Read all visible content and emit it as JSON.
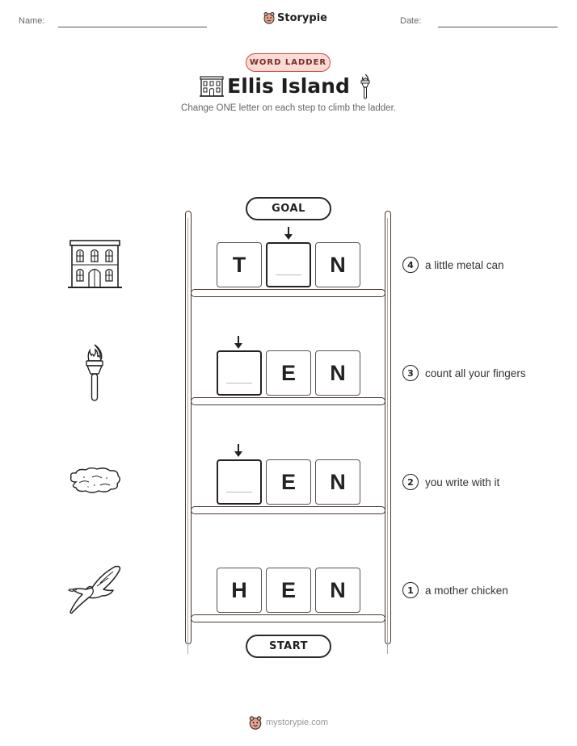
{
  "header": {
    "name_label": "Name:",
    "date_label": "Date:",
    "brand": "Storypie"
  },
  "worksheet": {
    "tag": "WORD LADDER",
    "title": "Ellis Island",
    "subtitle": "Change ONE letter on each step to climb the ladder."
  },
  "ladder": {
    "goal_label": "GOAL",
    "start_label": "START",
    "rows": [
      {
        "picture": "building-icon",
        "letters": [
          "T",
          "",
          "N"
        ],
        "changed_index": 1,
        "clue_number": "4",
        "clue": "a little metal can"
      },
      {
        "picture": "torch-icon",
        "letters": [
          "",
          "E",
          "N"
        ],
        "changed_index": 0,
        "clue_number": "3",
        "clue": "count all your fingers"
      },
      {
        "picture": "cloud-icon",
        "letters": [
          "",
          "E",
          "N"
        ],
        "changed_index": 0,
        "clue_number": "2",
        "clue": "you write with it"
      },
      {
        "picture": "bird-icon",
        "letters": [
          "H",
          "E",
          "N"
        ],
        "changed_index": null,
        "clue_number": "1",
        "clue": "a mother chicken"
      }
    ]
  },
  "footer": {
    "url": "mystorypie.com"
  }
}
